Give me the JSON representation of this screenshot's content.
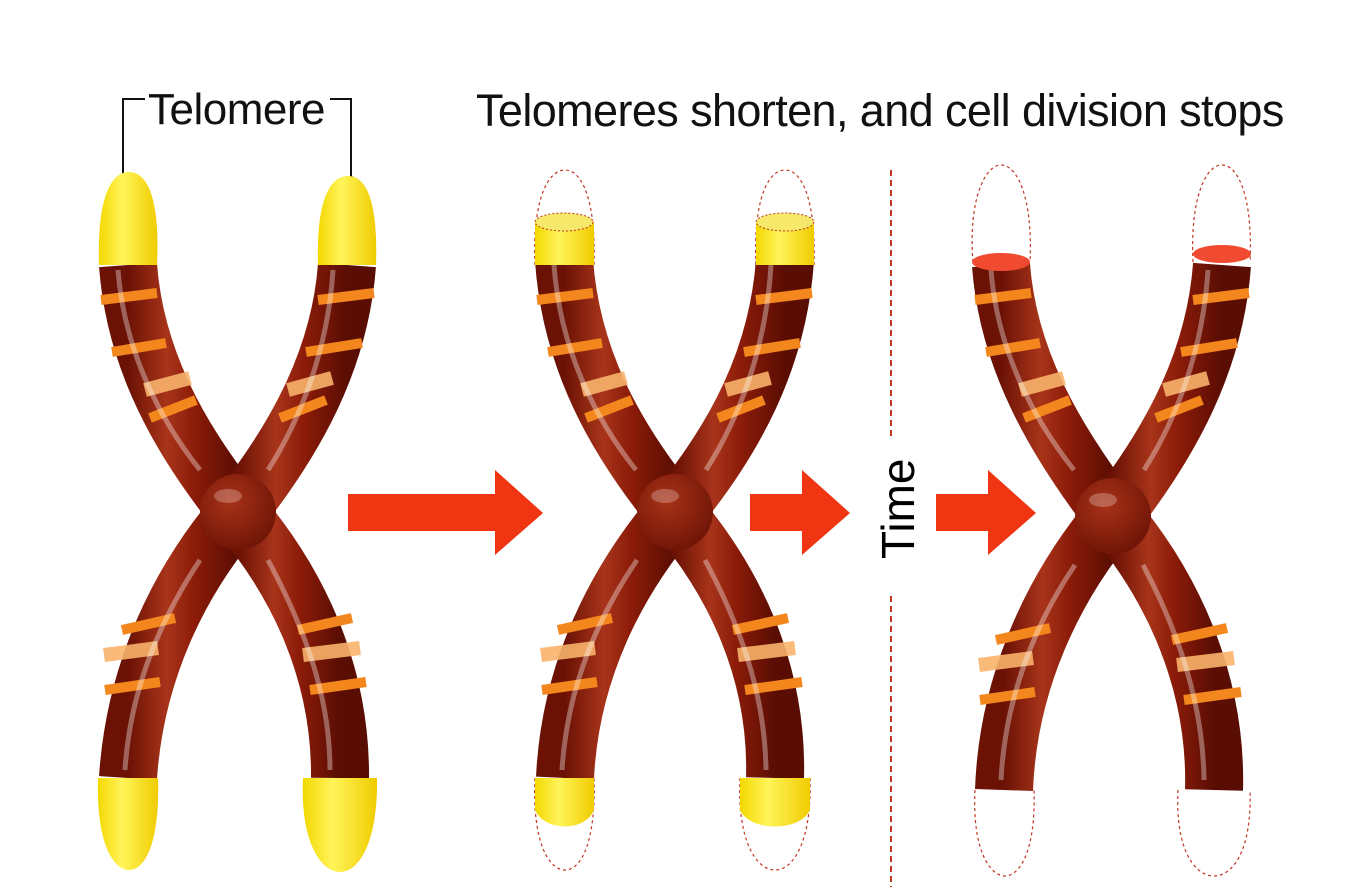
{
  "labels": {
    "telomere": "Telomere",
    "headline": "Telomeres shorten, and cell division stops",
    "time": "Time"
  },
  "colors": {
    "telomere_yellow": "#ffe81a",
    "chromatid_dark": "#8c1c09",
    "chromatid_mid": "#a8341a",
    "band_orange": "#f3861c",
    "band_light": "#f8b26b",
    "arrow_red": "#f03512",
    "cut_end_red": "#f04a30",
    "outline_dashed": "#c0361f"
  },
  "stages": [
    {
      "name": "chromosome-long-telomeres"
    },
    {
      "name": "chromosome-short-telomeres"
    },
    {
      "name": "chromosome-no-telomeres"
    }
  ]
}
